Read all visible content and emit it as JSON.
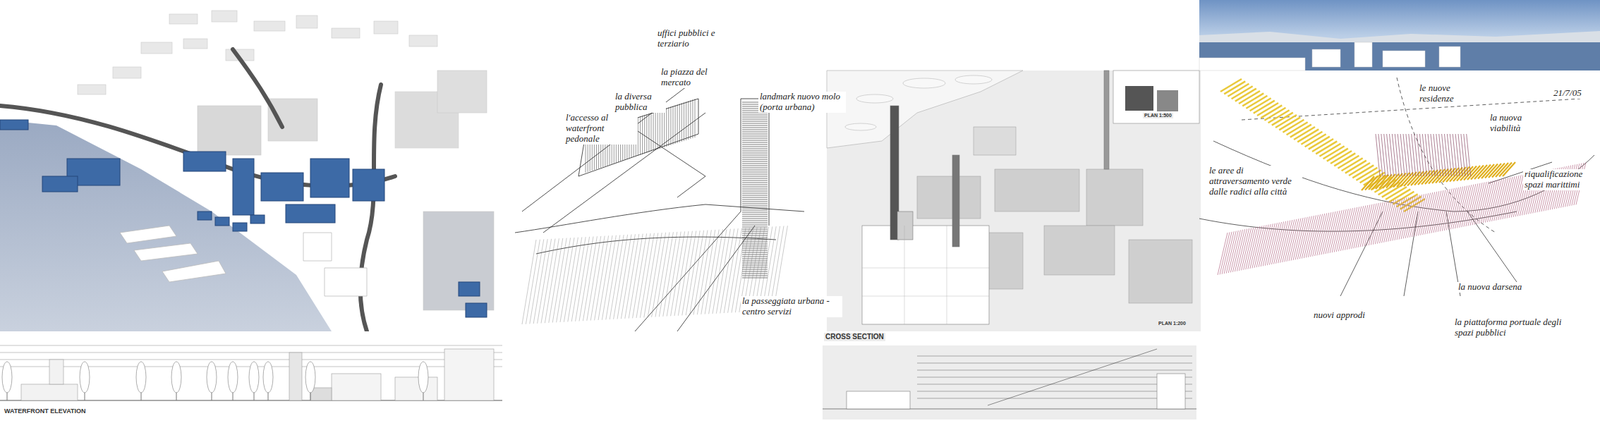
{
  "diagram": {
    "labels": [
      "WATERFRONT ELEVATION",
      "landmark nuovo molo (porta urbana)",
      "l'accesso al waterfront pedonale",
      "uffici pubblici e terziario",
      "la piazza del mercato",
      "la diversa pubblica",
      "la passeggiata urbana - centro servizi",
      "PLAN 1:500",
      "PLAN 1:200",
      "CROSS SECTION",
      "21/7/05",
      "la nuova darsena",
      "la piattaforma portuale degli spazi pubblici",
      "nuovi approdi",
      "riqualificazione spazi marittimi",
      "le aree di attraversamento verde dalle radici alla città",
      "la nuova viabilità",
      "le nuove residenze"
    ]
  }
}
